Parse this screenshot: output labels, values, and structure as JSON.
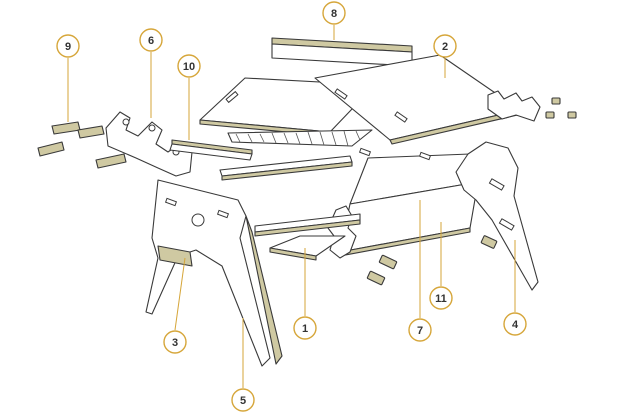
{
  "colors": {
    "callout_ring": "#d6a63a",
    "part_edge": "#cfc9a2",
    "outline": "#3a3a3a"
  },
  "callouts": [
    "1",
    "2",
    "3",
    "4",
    "5",
    "6",
    "7",
    "8",
    "9",
    "10",
    "11"
  ]
}
